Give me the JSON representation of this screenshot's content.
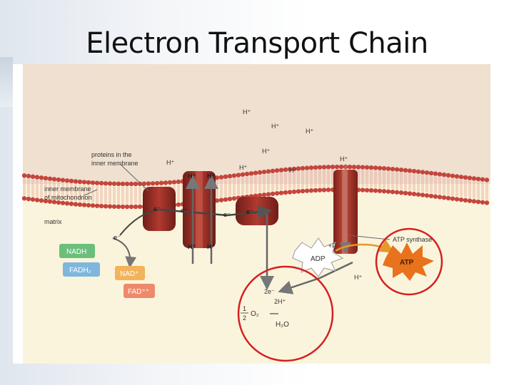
{
  "slide": {
    "title": "Electron Transport Chain"
  },
  "diagram": {
    "labels": {
      "proteins": [
        "proteins in the",
        "inner membrane"
      ],
      "inner_membrane": [
        "inner membrane",
        "of mitochondrion"
      ],
      "matrix": "matrix",
      "atp_synthase": "ATP synthase"
    },
    "ions": {
      "h_plus": "H⁺",
      "electron": "e⁻",
      "two_electrons": "2e⁻",
      "two_h_plus": "2H⁺",
      "phosphate": "+P",
      "half_num": "1",
      "half_den": "2",
      "oxygen": "O₂",
      "water": "H₂O"
    },
    "molecules": {
      "nadh": "NADH",
      "fadh2": "FADH₂",
      "nad_plus": "NAD⁺",
      "fad_plus": "FAD⁺⁺",
      "adp": "ADP",
      "atp": "ATP"
    },
    "colors": {
      "intermembrane_space": "#efe0d0",
      "matrix": "#fbf4dc",
      "lipid_head": "#c4453c",
      "protein": "#8e2a22",
      "highlight_circle": "#d42020",
      "nadh_box": "#6cbf7a",
      "fadh2_box": "#7fb7dc",
      "nad_box": "#f2b35b",
      "fad_box": "#ee8a6c",
      "atp_burst": "#e8731c"
    }
  }
}
